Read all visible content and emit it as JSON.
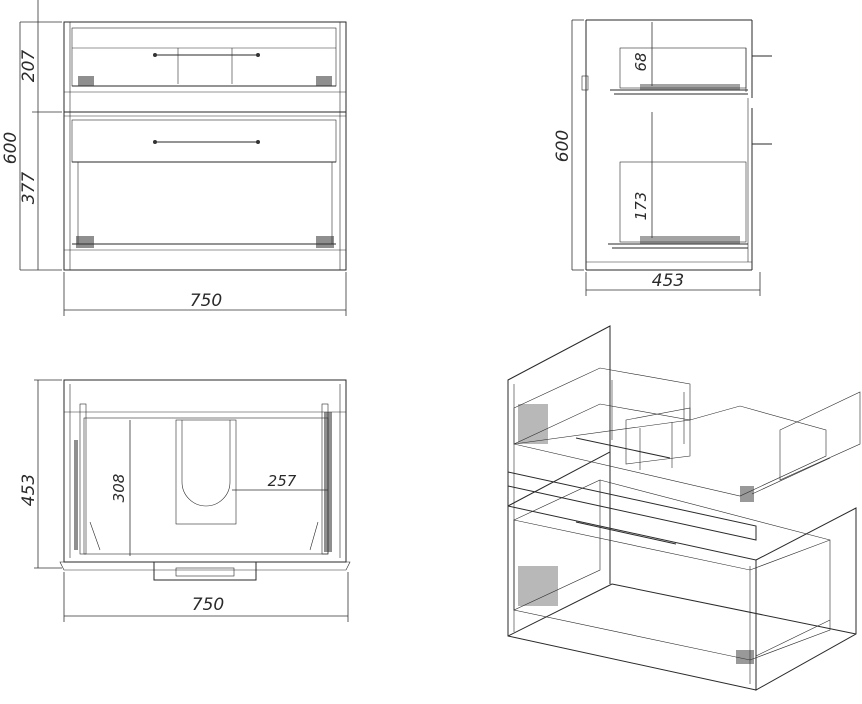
{
  "views": {
    "front": {
      "dims": {
        "total_height": "600",
        "top_drawer": "207",
        "bottom_drawer": "377",
        "width": "750"
      }
    },
    "side": {
      "dims": {
        "height": "600",
        "depth": "453",
        "top_gap": "68",
        "bottom_gap": "173"
      }
    },
    "plan": {
      "dims": {
        "depth": "453",
        "width": "750",
        "inner_depth": "308",
        "offset": "257"
      }
    },
    "iso": {}
  },
  "colors": {
    "line": "#2a2a2a",
    "background": "#ffffff"
  }
}
